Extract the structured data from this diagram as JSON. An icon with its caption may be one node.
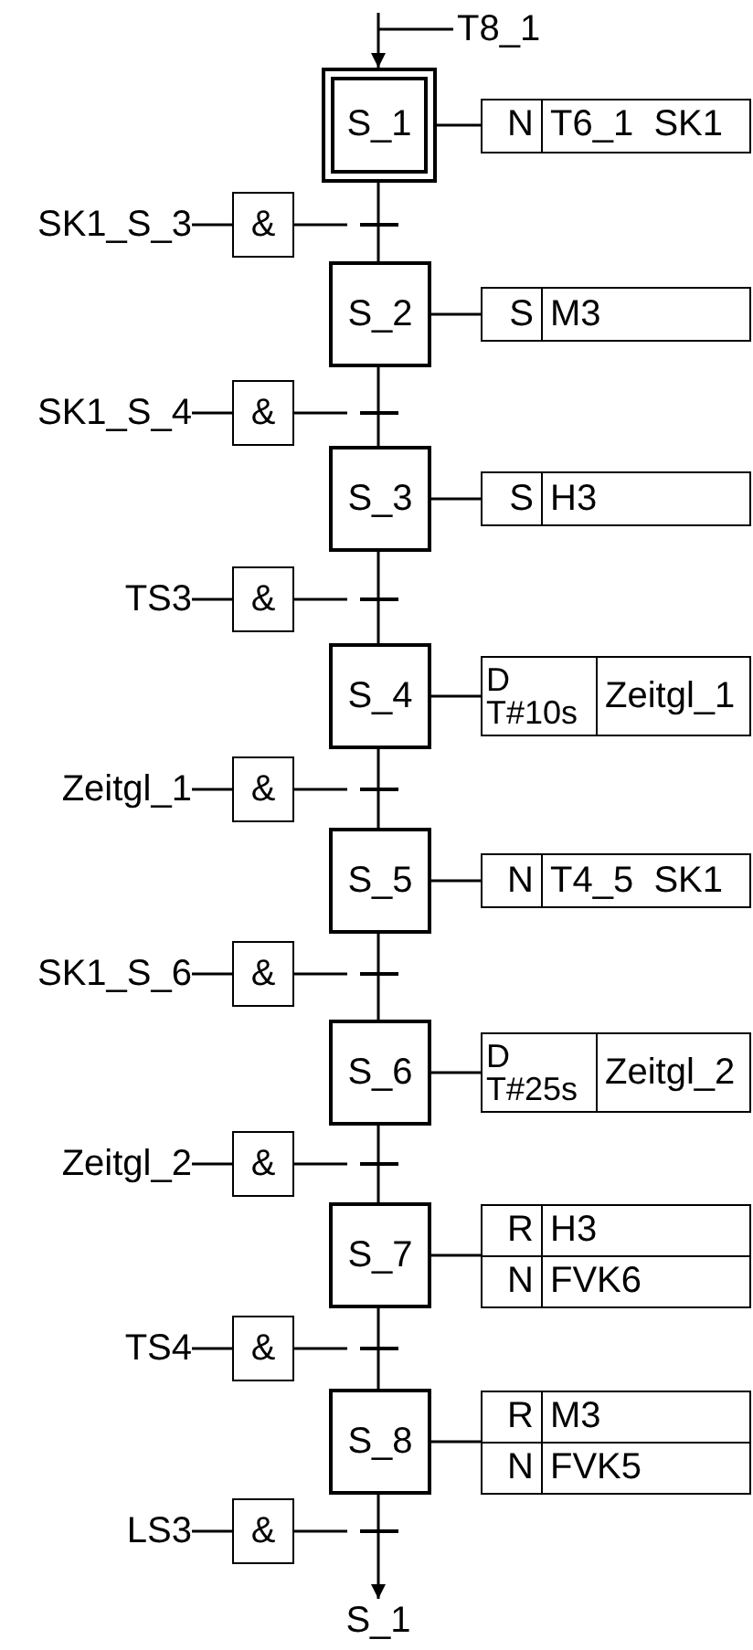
{
  "diagram": {
    "nodes": [
      {
        "text": [
          "T8_1"
        ]
      },
      {
        "text": [
          "S_1"
        ]
      },
      {
        "text": [
          "N",
          "T6_1  SK1"
        ]
      },
      {
        "text": [
          "SK1_S_3"
        ]
      },
      {
        "text": [
          "&"
        ]
      },
      {
        "text": [],
        "shape": "bar"
      },
      {
        "text": [
          "S_2"
        ]
      },
      {
        "text": [
          "S",
          "M3"
        ]
      },
      {
        "text": [
          "SK1_S_4"
        ]
      },
      {
        "text": [
          "&"
        ]
      },
      {
        "text": [],
        "shape": "bar"
      },
      {
        "text": [
          "S_3"
        ]
      },
      {
        "text": [
          "S",
          "H3"
        ]
      },
      {
        "text": [
          "TS3"
        ]
      },
      {
        "text": [
          "&"
        ]
      },
      {
        "text": [],
        "shape": "bar"
      },
      {
        "text": [
          "S_4"
        ]
      },
      {
        "text": [
          "D T#10s",
          "Zeitgl_1"
        ]
      },
      {
        "text": [
          "Zeitgl_1"
        ]
      },
      {
        "text": [
          "&"
        ]
      },
      {
        "text": [],
        "shape": "bar"
      },
      {
        "text": [
          "S_5"
        ]
      },
      {
        "text": [
          "N",
          "T4_5  SK1"
        ]
      },
      {
        "text": [
          "SK1_S_6"
        ]
      },
      {
        "text": [
          "&"
        ]
      },
      {
        "text": [],
        "shape": "bar"
      },
      {
        "text": [
          "S_6"
        ]
      },
      {
        "text": [
          "D T#25s",
          "Zeitgl_2"
        ]
      },
      {
        "text": [
          "Zeitgl_2"
        ]
      },
      {
        "text": [
          "&"
        ]
      },
      {
        "text": [],
        "shape": "bar"
      },
      {
        "text": [
          "S_7"
        ]
      },
      {
        "text": [
          "R",
          "H3",
          "N",
          "FVK6"
        ]
      },
      {
        "text": [
          "TS4"
        ]
      },
      {
        "text": [
          "&"
        ]
      },
      {
        "text": [],
        "shape": "bar"
      },
      {
        "text": [
          "S_8"
        ]
      },
      {
        "text": [
          "R",
          "M3",
          "N",
          "FVK5"
        ]
      },
      {
        "text": [
          "LS3"
        ]
      },
      {
        "text": [
          "&"
        ]
      },
      {
        "text": [],
        "shape": "bar"
      },
      {
        "text": [
          "S_1"
        ]
      }
    ],
    "edges": [
      {
        "from": 0,
        "to": 1,
        "arrow": "to"
      },
      {
        "from": 1,
        "to": 2,
        "arrow": "none"
      },
      {
        "from": 3,
        "to": 4,
        "arrow": "none"
      },
      {
        "from": 4,
        "to": 5,
        "arrow": "none"
      },
      {
        "from": 1,
        "to": 5,
        "arrow": "none"
      },
      {
        "from": 5,
        "to": 6,
        "arrow": "none"
      },
      {
        "from": 6,
        "to": 7,
        "arrow": "none"
      },
      {
        "from": 8,
        "to": 9,
        "arrow": "none"
      },
      {
        "from": 9,
        "to": 10,
        "arrow": "none"
      },
      {
        "from": 6,
        "to": 10,
        "arrow": "none"
      },
      {
        "from": 10,
        "to": 11,
        "arrow": "none"
      },
      {
        "from": 11,
        "to": 12,
        "arrow": "none"
      },
      {
        "from": 13,
        "to": 14,
        "arrow": "none"
      },
      {
        "from": 14,
        "to": 15,
        "arrow": "none"
      },
      {
        "from": 11,
        "to": 15,
        "arrow": "none"
      },
      {
        "from": 15,
        "to": 16,
        "arrow": "none"
      },
      {
        "from": 16,
        "to": 17,
        "arrow": "none"
      },
      {
        "from": 18,
        "to": 19,
        "arrow": "none"
      },
      {
        "from": 19,
        "to": 20,
        "arrow": "none"
      },
      {
        "from": 16,
        "to": 20,
        "arrow": "none"
      },
      {
        "from": 20,
        "to": 21,
        "arrow": "none"
      },
      {
        "from": 21,
        "to": 22,
        "arrow": "none"
      },
      {
        "from": 23,
        "to": 24,
        "arrow": "none"
      },
      {
        "from": 24,
        "to": 25,
        "arrow": "none"
      },
      {
        "from": 21,
        "to": 25,
        "arrow": "none"
      },
      {
        "from": 25,
        "to": 26,
        "arrow": "none"
      },
      {
        "from": 26,
        "to": 27,
        "arrow": "none"
      },
      {
        "from": 28,
        "to": 29,
        "arrow": "none"
      },
      {
        "from": 29,
        "to": 30,
        "arrow": "none"
      },
      {
        "from": 26,
        "to": 30,
        "arrow": "none"
      },
      {
        "from": 30,
        "to": 31,
        "arrow": "none"
      },
      {
        "from": 31,
        "to": 32,
        "arrow": "none"
      },
      {
        "from": 33,
        "to": 34,
        "arrow": "none"
      },
      {
        "from": 34,
        "to": 35,
        "arrow": "none"
      },
      {
        "from": 31,
        "to": 35,
        "arrow": "none"
      },
      {
        "from": 35,
        "to": 36,
        "arrow": "none"
      },
      {
        "from": 36,
        "to": 37,
        "arrow": "none"
      },
      {
        "from": 38,
        "to": 39,
        "arrow": "none"
      },
      {
        "from": 39,
        "to": 40,
        "arrow": "none"
      },
      {
        "from": 36,
        "to": 40,
        "arrow": "none"
      },
      {
        "from": 40,
        "to": 41,
        "arrow": "to"
      }
    ]
  }
}
